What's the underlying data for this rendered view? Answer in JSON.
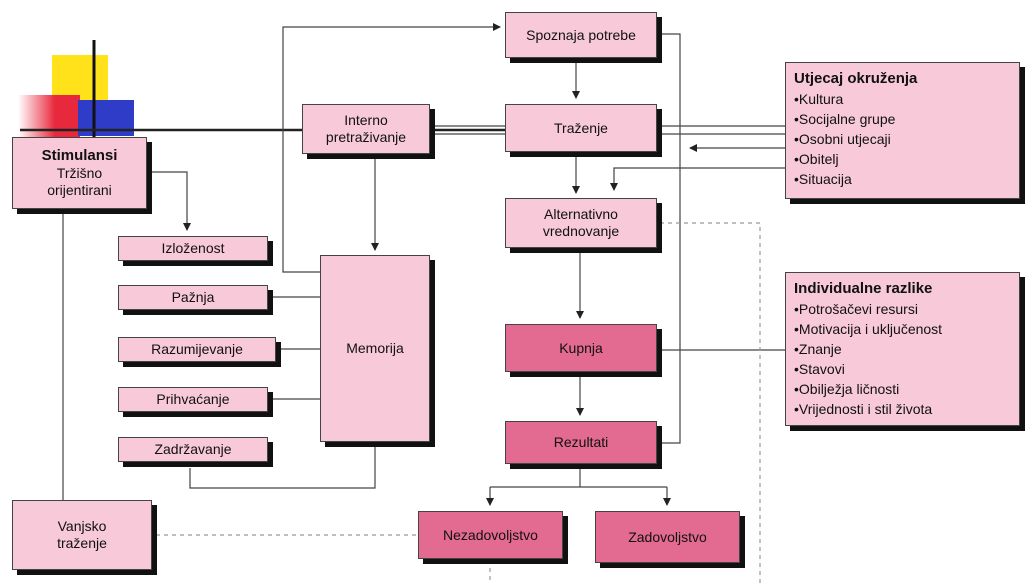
{
  "colors": {
    "light_box": "#f8c9d8",
    "dark_box": "#e36a90",
    "logo_yellow": "#ffe21a",
    "logo_red": "#e8283c",
    "logo_blue": "#2e3cc8"
  },
  "boxes": {
    "spoznaja": "Spoznaja potrebe",
    "trazenje": "Traženje",
    "interno": "Interno\npretraživanje",
    "alternativno": "Alternativno\nvrednovanje",
    "kupnja": "Kupnja",
    "rezultati": "Rezultati",
    "nezadovoljstvo": "Nezadovoljstvo",
    "zadovoljstvo": "Zadovoljstvo",
    "memorija": "Memorija",
    "stimulansi_title": "Stimulansi",
    "stimulansi_sub": "Tržišno\norijentirani",
    "izlozenost": "Izloženost",
    "paznja": "Pažnja",
    "razumijevanje": "Razumijevanje",
    "prihvacanje": "Prihvaćanje",
    "zadrzavanje": "Zadržavanje",
    "vanjsko": "Vanjsko\ntraženje"
  },
  "utjecaj": {
    "title": "Utjecaj okruženja",
    "items": [
      "•Kultura",
      "•Socijalne grupe",
      "•Osobni utjecaji",
      "•Obitelj",
      "•Situacija"
    ]
  },
  "individualne": {
    "title": "Individualne razlike",
    "items": [
      "•Potrošačevi resursi",
      "•Motivacija i uključenost",
      "•Znanje",
      "•Stavovi",
      "•Obilježja ličnosti",
      "•Vrijednosti i stil života"
    ]
  }
}
